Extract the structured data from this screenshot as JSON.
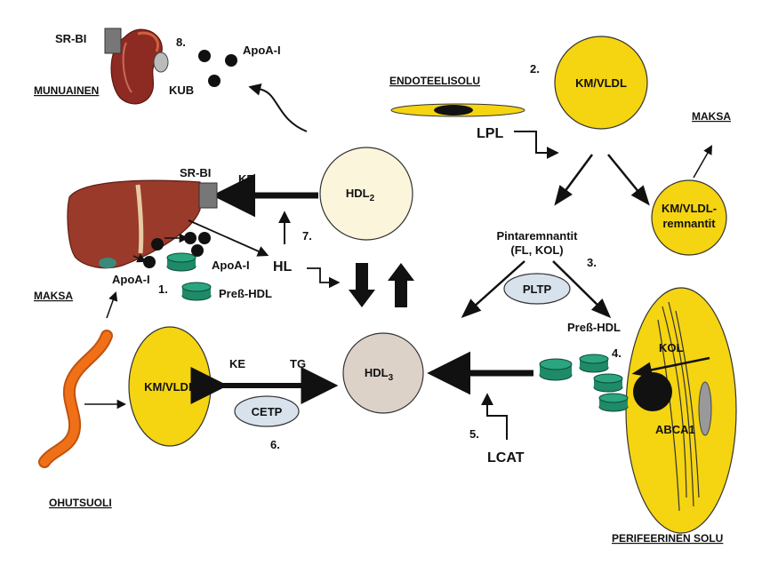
{
  "labels": {
    "kidney": "MUNUAINEN",
    "kidney_receptor": "SR-BI",
    "kub": "KUB",
    "apoa_kidney": "ApoA-I",
    "endothelium": "ENDOTEELISOLU",
    "lpl": "LPL",
    "km_vldl_top": "KM/VLDL",
    "maksa_right": "MAKSA",
    "remnant_line1": "KM/VLDL-",
    "remnant_line2": "remnantit",
    "surface_remnants_line1": "Pintaremnantit",
    "surface_remnants_line2": "(FL, KOL)",
    "pltp": "PLTP",
    "preb_hdl_right": "Preß-HDL",
    "kol": "KOL",
    "abca1": "ABCA1",
    "peripheral_cell": "PERIFEERINEN SOLU",
    "lcat": "LCAT",
    "hdl2": "HDL",
    "hdl2_sub": "2",
    "hdl3": "HDL",
    "hdl3_sub": "3",
    "liver_receptor": "SR-BI",
    "ke_top": "KE",
    "hl": "HL",
    "apoa_liver": "ApoA-I",
    "preb_hdl_liver": "Preß-HDL",
    "apoa_left": "ApoA-I",
    "maksa_left": "MAKSA",
    "km_vldl_left": "KM/VLDL",
    "ke_mid": "KE",
    "tg": "TG",
    "cetp": "CETP",
    "intestine": "OHUTSUOLI"
  },
  "steps": {
    "s1": "1.",
    "s2": "2.",
    "s3": "3.",
    "s4": "4.",
    "s5": "5.",
    "s6": "6.",
    "s7": "7.",
    "s8": "8."
  },
  "colors": {
    "lipoprotein_yellow": "#f5d411",
    "hdl2_fill": "#fbf5dc",
    "hdl3_fill": "#ddd2c8",
    "enzyme_fill": "#d8e2ec",
    "preb_green": "#1e8a68",
    "liver_red": "#9a3a2a",
    "kidney_red": "#8d2a22",
    "intestine_orange": "#f07018",
    "receptor_gray": "#777777"
  }
}
